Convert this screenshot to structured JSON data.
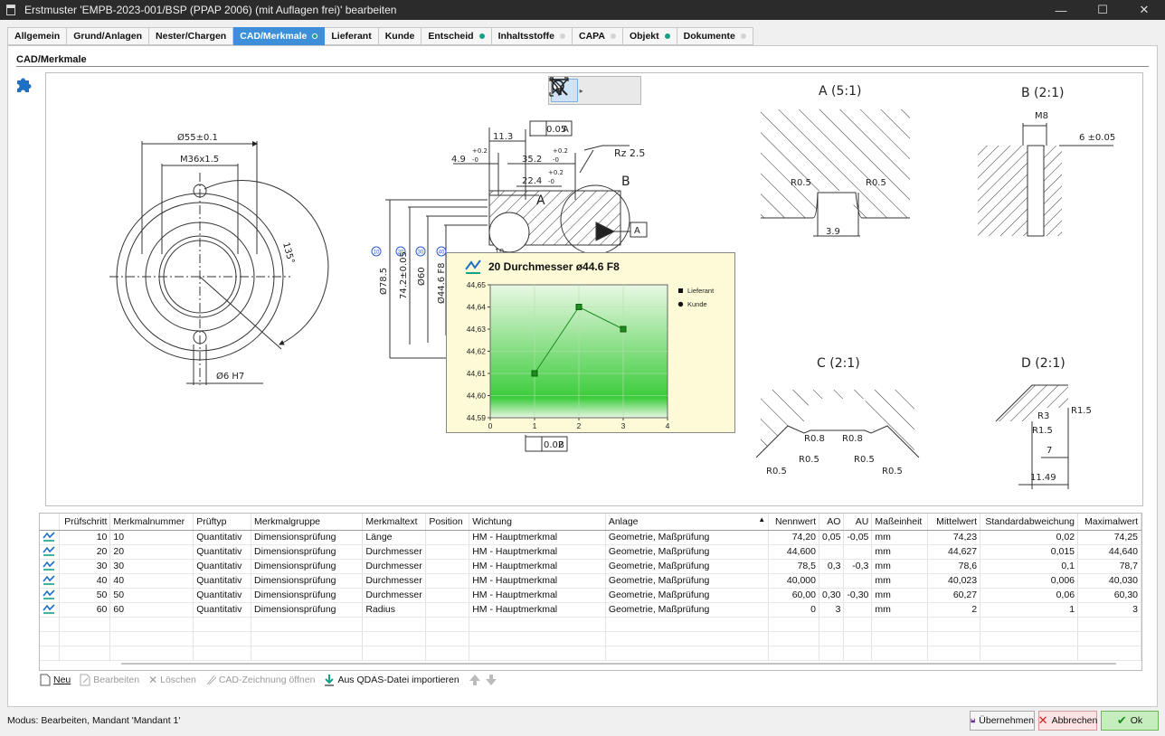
{
  "window": {
    "title": "Erstmuster 'EMPB-2023-001/BSP (PPAP 2006) (mit Auflagen frei)' bearbeiten",
    "minimize": "—",
    "maximize": "☐",
    "close": "✕"
  },
  "tabs": [
    {
      "label": "Allgemein",
      "dot": "none"
    },
    {
      "label": "Grund/Anlagen",
      "dot": "none"
    },
    {
      "label": "Nester/Chargen",
      "dot": "none"
    },
    {
      "label": "CAD/Merkmale",
      "dot": "green",
      "active": true
    },
    {
      "label": "Lieferant",
      "dot": "none"
    },
    {
      "label": "Kunde",
      "dot": "none"
    },
    {
      "label": "Entscheid",
      "dot": "green"
    },
    {
      "label": "Inhaltsstoffe",
      "dot": "grey"
    },
    {
      "label": "CAPA",
      "dot": "grey"
    },
    {
      "label": "Objekt",
      "dot": "green"
    },
    {
      "label": "Dokumente",
      "dot": "grey"
    }
  ],
  "section": {
    "title": "CAD/Merkmale"
  },
  "drawing": {
    "front_view": {
      "dim_outer": "Ø55±0.1",
      "thread": "M36x1.5",
      "angle": "135°",
      "hole": "Ø6 H7"
    },
    "section_view": {
      "dims": [
        "11.3",
        "4.9",
        "35.2",
        "22.4",
        "Ø78.5",
        "74.2±0.05",
        "Ø60",
        "Ø44.6 F8"
      ],
      "tol_plus": "+0.2",
      "tol_minus": "-0",
      "roughness": "Rz 2.5",
      "label_a": "A",
      "label_b": "B",
      "tol_frame_top": "0.05",
      "datum": "A",
      "tol_frame_bottom": "0.02",
      "datum_bottom": "B",
      "dim_small": "10",
      "balloons": [
        "10",
        "20",
        "30",
        "40"
      ]
    },
    "detail_a": {
      "title": "A (5:1)",
      "r1": "R0.5",
      "r2": "R0.5",
      "dim": "3.9"
    },
    "detail_b": {
      "title": "B (2:1)",
      "thread": "M8",
      "dim": "6 ±0.05"
    },
    "detail_c": {
      "title": "C (2:1)",
      "radii": [
        "R0.8",
        "R0.8",
        "R0.5",
        "R0.5",
        "R0.5",
        "R0.5"
      ]
    },
    "detail_d": {
      "title": "D (2:1)",
      "r1": "R1.5",
      "r2": "R3",
      "r3": "R1.5",
      "dim1": "7",
      "dim2": "11.49"
    }
  },
  "popup": {
    "title": "20 Durchmesser ø44.6 F8"
  },
  "chart_data": {
    "type": "line",
    "title": "20 Durchmesser ø44.6 F8",
    "xlim": [
      0,
      4
    ],
    "ylim": [
      44.59,
      44.65
    ],
    "xticks": [
      "0",
      "1",
      "2",
      "3",
      "4"
    ],
    "yticks": [
      "44,59",
      "44,60",
      "44,61",
      "44,62",
      "44,63",
      "44,64",
      "44,65"
    ],
    "legend": [
      "Lieferant",
      "Kunde"
    ],
    "legend_position": "top-right",
    "series": [
      {
        "name": "Lieferant",
        "marker": "square",
        "x": [
          1,
          2,
          3
        ],
        "values": [
          44.61,
          44.64,
          44.63
        ]
      }
    ],
    "colors": {
      "line": "#1e8c1e",
      "fill_top": "#e9f8e4",
      "fill_bottom": "#3ccc3c"
    }
  },
  "grid": {
    "columns": [
      "",
      "Prüfschritt",
      "Merkmalnummer",
      "Prüftyp",
      "Merkmalgruppe",
      "Merkmaltext",
      "Position",
      "Wichtung",
      "Anlage",
      "Nennwert",
      "AO",
      "AU",
      "Maßeinheit",
      "Mittelwert",
      "Standardabweichung",
      "Maximalwert"
    ],
    "sort_indicator": "▲",
    "rows": [
      [
        "10",
        "10",
        "Quantitativ",
        "Dimensionsprüfung",
        "Länge",
        "",
        "HM - Hauptmerkmal",
        "Geometrie, Maßprüfung",
        "74,20",
        "0,05",
        "-0,05",
        "mm",
        "74,23",
        "0,02",
        "74,25"
      ],
      [
        "20",
        "20",
        "Quantitativ",
        "Dimensionsprüfung",
        "Durchmesser",
        "",
        "HM - Hauptmerkmal",
        "Geometrie, Maßprüfung",
        "44,600",
        "",
        "",
        "mm",
        "44,627",
        "0,015",
        "44,640"
      ],
      [
        "30",
        "30",
        "Quantitativ",
        "Dimensionsprüfung",
        "Durchmesser",
        "",
        "HM - Hauptmerkmal",
        "Geometrie, Maßprüfung",
        "78,5",
        "0,3",
        "-0,3",
        "mm",
        "78,6",
        "0,1",
        "78,7"
      ],
      [
        "40",
        "40",
        "Quantitativ",
        "Dimensionsprüfung",
        "Durchmesser",
        "",
        "HM - Hauptmerkmal",
        "Geometrie, Maßprüfung",
        "40,000",
        "",
        "",
        "mm",
        "40,023",
        "0,006",
        "40,030"
      ],
      [
        "50",
        "50",
        "Quantitativ",
        "Dimensionsprüfung",
        "Durchmesser",
        "",
        "HM - Hauptmerkmal",
        "Geometrie, Maßprüfung",
        "60,00",
        "0,30",
        "-0,30",
        "mm",
        "60,27",
        "0,06",
        "60,30"
      ],
      [
        "60",
        "60",
        "Quantitativ",
        "Dimensionsprüfung",
        "Radius",
        "",
        "HM - Hauptmerkmal",
        "Geometrie, Maßprüfung",
        "0",
        "3",
        "",
        "mm",
        "2",
        "1",
        "3"
      ]
    ]
  },
  "gridbar": {
    "new": "Neu",
    "edit": "Bearbeiten",
    "delete": "Löschen",
    "open_cad": "CAD-Zeichnung öffnen",
    "import": "Aus QDAS-Datei importieren"
  },
  "status": {
    "text": "Modus: Bearbeiten, Mandant 'Mandant 1'"
  },
  "buttons": {
    "apply": "Übernehmen",
    "cancel": "Abbrechen",
    "ok": "Ok"
  }
}
